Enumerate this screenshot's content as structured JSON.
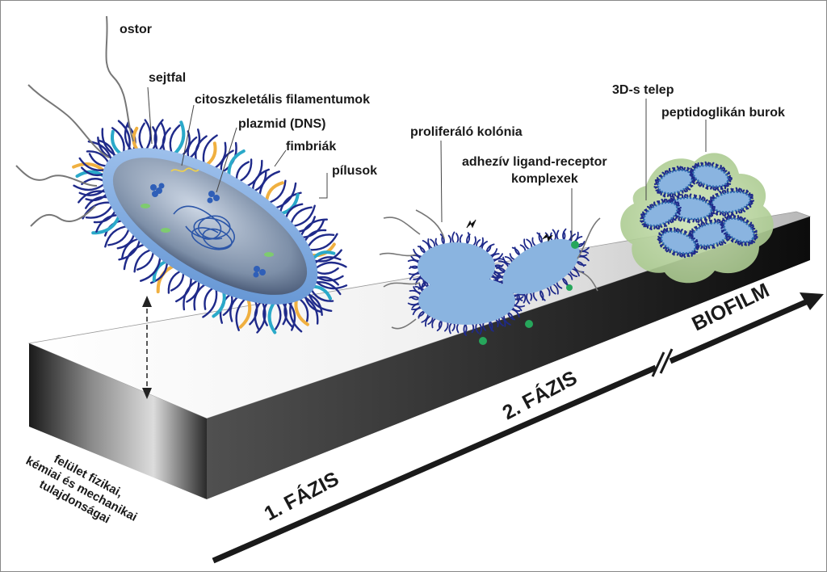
{
  "labels": {
    "ostor": "ostor",
    "sejtfal": "sejtfal",
    "filament": "citoszkeletális filamentumok",
    "plazmid": "plazmid (DNS)",
    "fimbriak": "fimbriák",
    "pilusok": "pílusok",
    "kolonia": "proliferáló kolónia",
    "adheziv_1": "adhezív ligand-receptor",
    "adheziv_2": "komplexek",
    "telep": "3D-s telep",
    "burok": "peptidoglikán burok"
  },
  "surface": {
    "line1": "felület fizikai,",
    "line2": "kémiai és mechanikai",
    "line3": "tulajdonságai"
  },
  "phases": {
    "phase1": "1. FÁZIS",
    "phase2": "2. FÁZIS",
    "biofilm": "BIOFILM"
  },
  "colors": {
    "cell_body": "#8ab4e0",
    "fimbriae": "#1f2a8a",
    "pili": "#2aa9c9",
    "orange_filament": "#f0b040",
    "envelope": "#b8d8a0"
  }
}
